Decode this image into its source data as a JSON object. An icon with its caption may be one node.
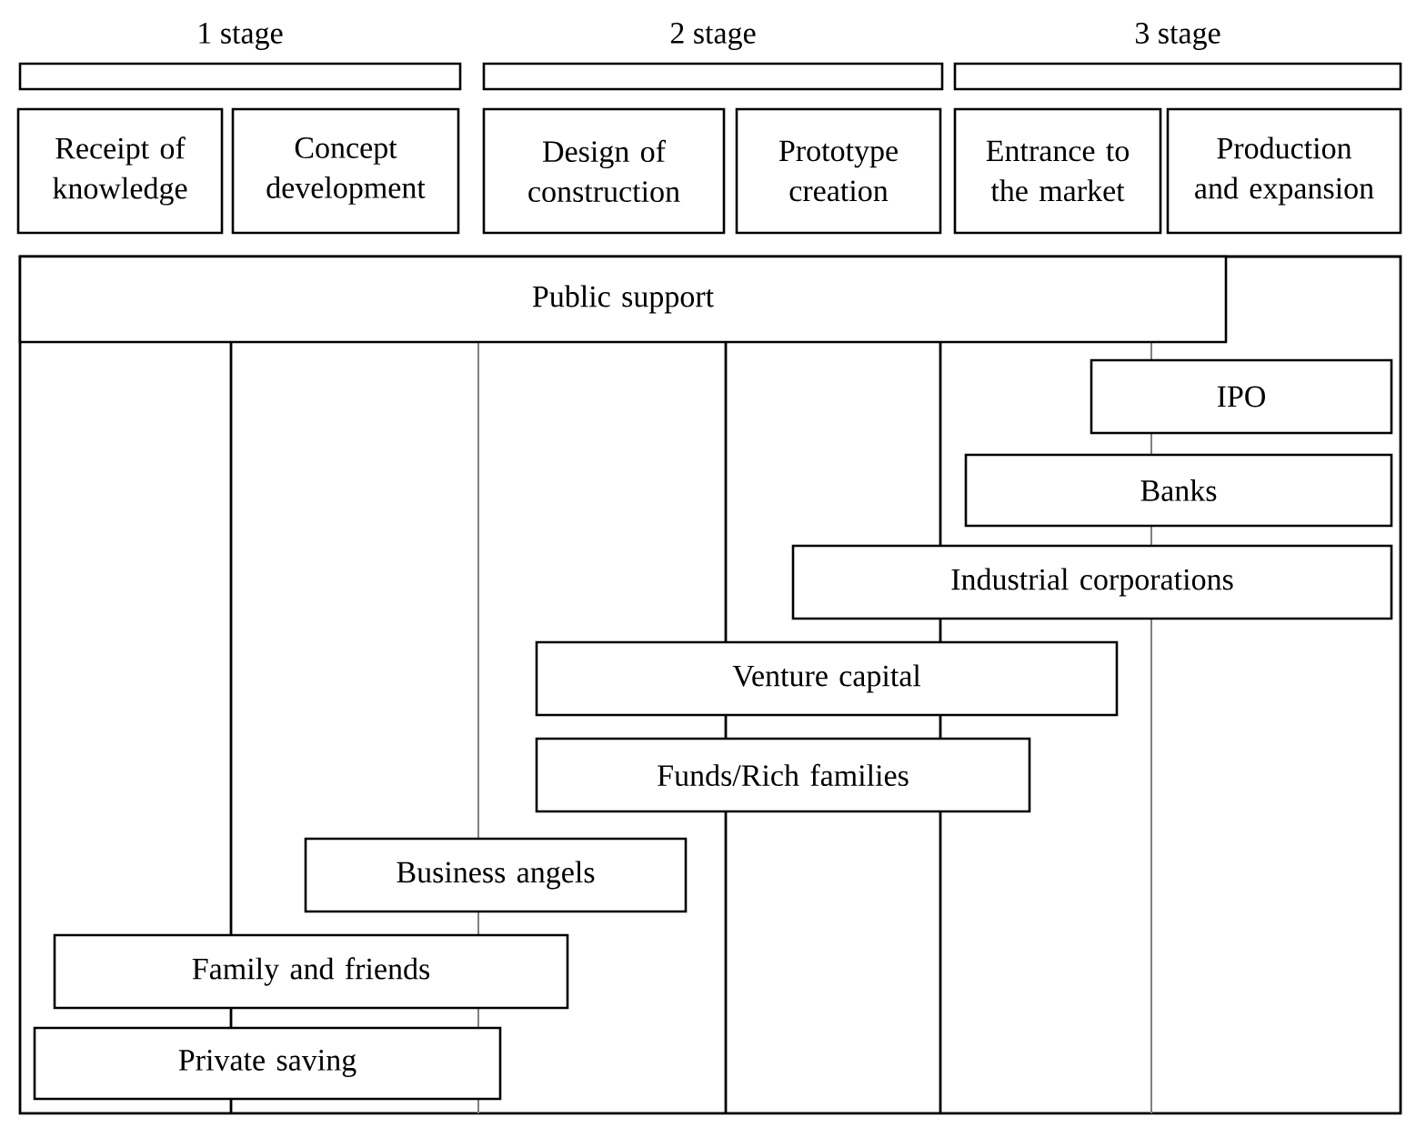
{
  "diagram": {
    "nodes": [
      {
        "text": [
          "1 stage"
        ]
      },
      {
        "text": [
          "2 stage"
        ]
      },
      {
        "text": [
          "3 stage"
        ]
      },
      {
        "text": [
          "Receipt of knowledge"
        ]
      },
      {
        "text": [
          "Concept development"
        ]
      },
      {
        "text": [
          "Design of construction"
        ]
      },
      {
        "text": [
          "Prototype creation"
        ]
      },
      {
        "text": [
          "Entrance to the market"
        ]
      },
      {
        "text": [
          "Production and expansion"
        ]
      },
      {
        "text": [
          "Public support"
        ]
      },
      {
        "text": [
          "IPO"
        ]
      },
      {
        "text": [
          "Banks"
        ]
      },
      {
        "text": [
          "Industrial corporations"
        ]
      },
      {
        "text": [
          "Venture capital"
        ]
      },
      {
        "text": [
          "Funds/Rich families"
        ]
      },
      {
        "text": [
          "Business angels"
        ]
      },
      {
        "text": [
          "Family and friends"
        ]
      },
      {
        "text": [
          "Private saving"
        ]
      }
    ],
    "edges": []
  }
}
